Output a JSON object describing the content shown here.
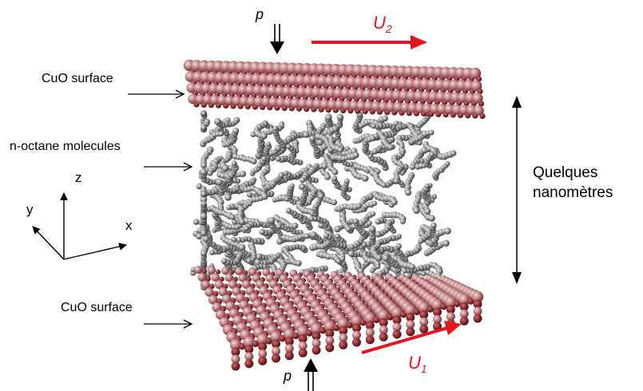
{
  "labels": {
    "top_surface": "CuO surface",
    "molecules": "n-octane molecules",
    "bottom_surface": "CuO surface",
    "distance_line1": "Quelques",
    "distance_line2": "nanomètres"
  },
  "axes": {
    "z": "z",
    "y": "y",
    "x": "x"
  },
  "velocity": {
    "top": {
      "symbol": "U",
      "sub": "2"
    },
    "bottom": {
      "symbol": "U",
      "sub": "1"
    }
  },
  "pressure": {
    "top": "p",
    "bottom": "p"
  },
  "colors": {
    "surface_atom": "#c98c8f",
    "surface_oxygen": "#8b2f33",
    "molecule": "#9e9e9e",
    "velocity_arrow": "#e8141b"
  }
}
